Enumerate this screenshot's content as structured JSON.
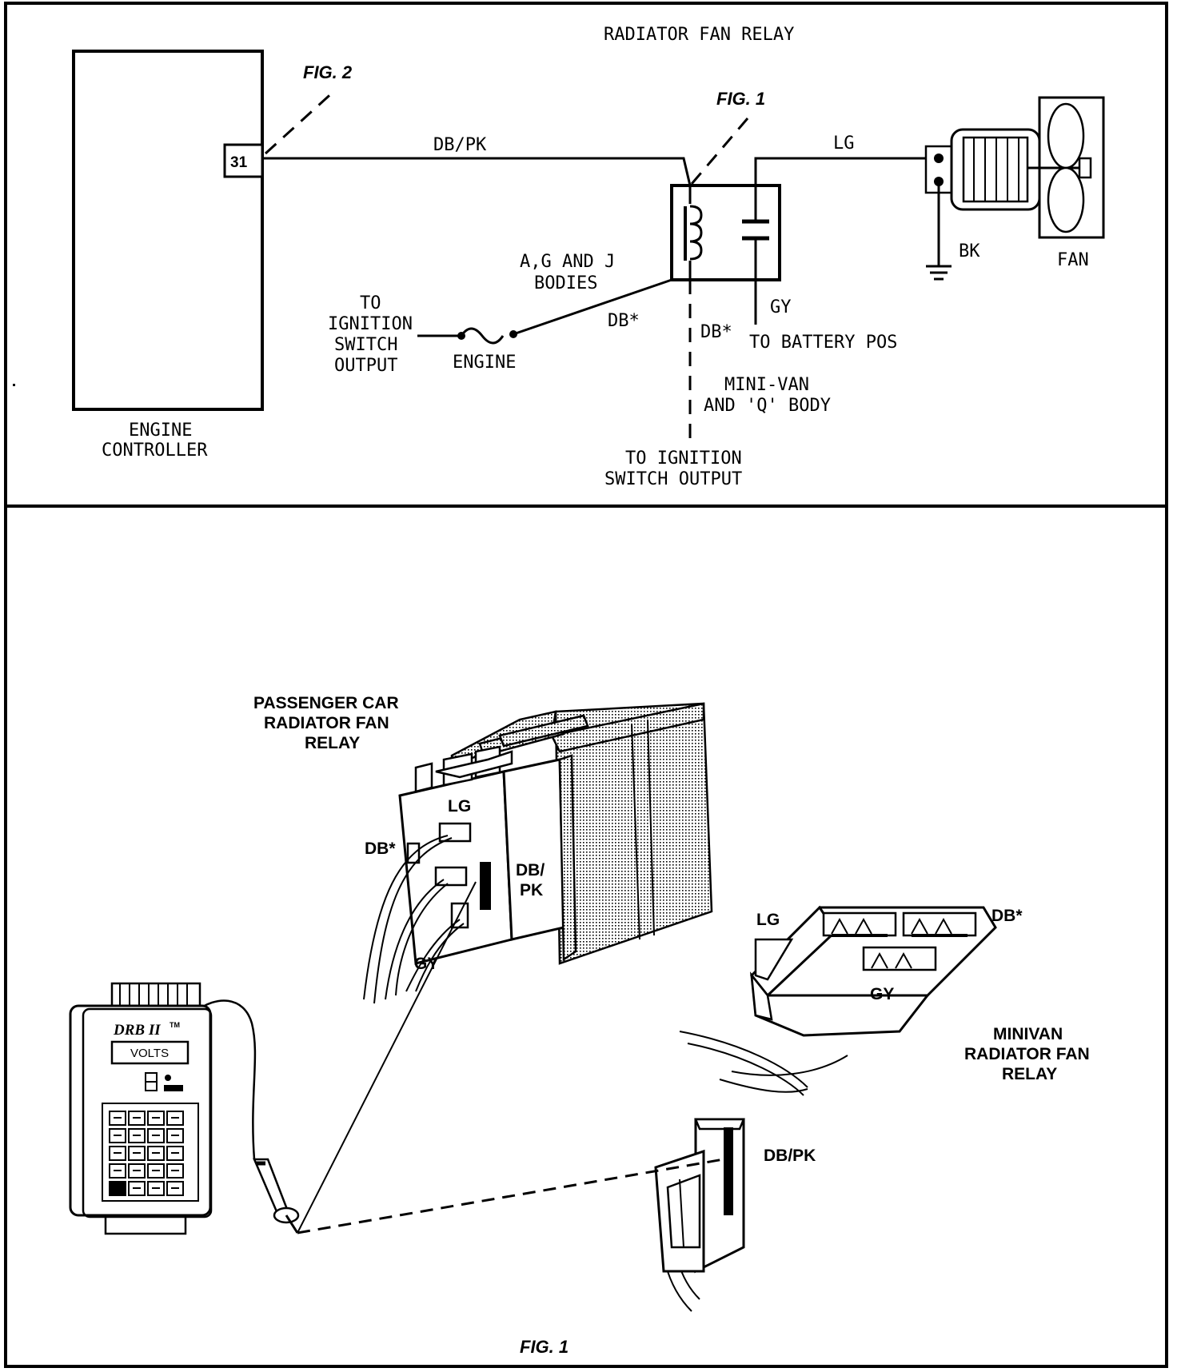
{
  "schematic": {
    "title": "RADIATOR FAN RELAY",
    "fig2_label": "FIG. 2",
    "fig1_label": "FIG. 1",
    "pin_number": "31",
    "wire_db_pk": "DB/PK",
    "wire_lg": "LG",
    "wire_bk": "BK",
    "fan_label": "FAN",
    "bodies_label_line1": "A,G AND J",
    "bodies_label_line2": "BODIES",
    "wire_gy": "GY",
    "wire_db_left": "DB*",
    "wire_db_right": "DB*",
    "battery_label": "TO BATTERY POS",
    "ign_left_line1": "TO",
    "ign_left_line2": "IGNITION",
    "ign_left_line3": "SWITCH",
    "ign_left_line4": "OUTPUT",
    "fuse_label": "ENGINE",
    "minivan_line1": "MINI-VAN",
    "minivan_line2": "AND 'Q' BODY",
    "controller_line1": "ENGINE",
    "controller_line2": "CONTROLLER",
    "ign_bottom_line1": "TO IGNITION",
    "ign_bottom_line2": "SWITCH OUTPUT"
  },
  "illustration": {
    "passenger_line1": "PASSENGER CAR",
    "passenger_line2": "RADIATOR FAN",
    "passenger_line3": "RELAY",
    "relay_lg": "LG",
    "relay_db": "DB*",
    "relay_dbpk_line1": "DB/",
    "relay_dbpk_line2": "PK",
    "relay_gy": "GY",
    "mini_lg": "LG",
    "mini_db": "DB*",
    "mini_gy": "GY",
    "minivan_line1": "MINIVAN",
    "minivan_line2": "RADIATOR FAN",
    "minivan_line3": "RELAY",
    "connector_dbpk": "DB/PK",
    "tester_brand": "DRB II",
    "tester_tm": "TM",
    "tester_display": "VOLTS",
    "caption": "FIG. 1"
  }
}
